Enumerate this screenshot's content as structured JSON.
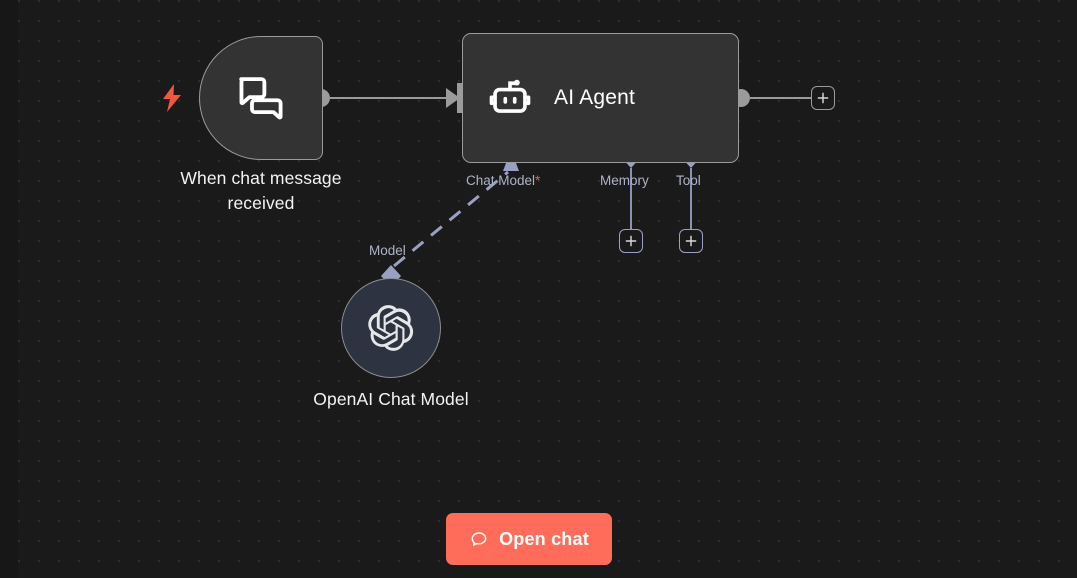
{
  "canvas": {
    "background_color": "#1a1a1a",
    "grid_dot_color": "#2e2e2e"
  },
  "nodes": [
    {
      "id": "chat-trigger",
      "label": "When chat message\nreceived",
      "icon": "chat-bubbles-icon",
      "badge_icon": "lightning-bolt-icon",
      "badge_color": "#f0593f",
      "fill": "#333333",
      "border": "#9b9b9b"
    },
    {
      "id": "ai-agent",
      "title": "AI Agent",
      "icon": "robot-icon",
      "fill": "#333333",
      "border": "#9b9b9b"
    },
    {
      "id": "openai-chat-model",
      "label": "OpenAI Chat Model",
      "icon": "openai-logo-icon",
      "fill": "#2e3342",
      "border": "#8b8b90"
    }
  ],
  "ports": {
    "chat_model": {
      "label": "Chat Model",
      "required_marker": "*",
      "required_color": "#e8605a"
    },
    "memory": {
      "label": "Memory"
    },
    "tool": {
      "label": "Tool"
    },
    "model": {
      "label": "Model"
    },
    "connector_color": "#9aa0c4"
  },
  "buttons": {
    "add_main": {
      "icon": "plus-icon",
      "label": "+"
    },
    "add_memory": {
      "icon": "plus-icon",
      "label": "+"
    },
    "add_tool": {
      "icon": "plus-icon",
      "label": "+"
    },
    "open_chat": {
      "label": "Open chat",
      "icon": "chat-bubble-icon",
      "color": "#ff6d5a"
    }
  }
}
